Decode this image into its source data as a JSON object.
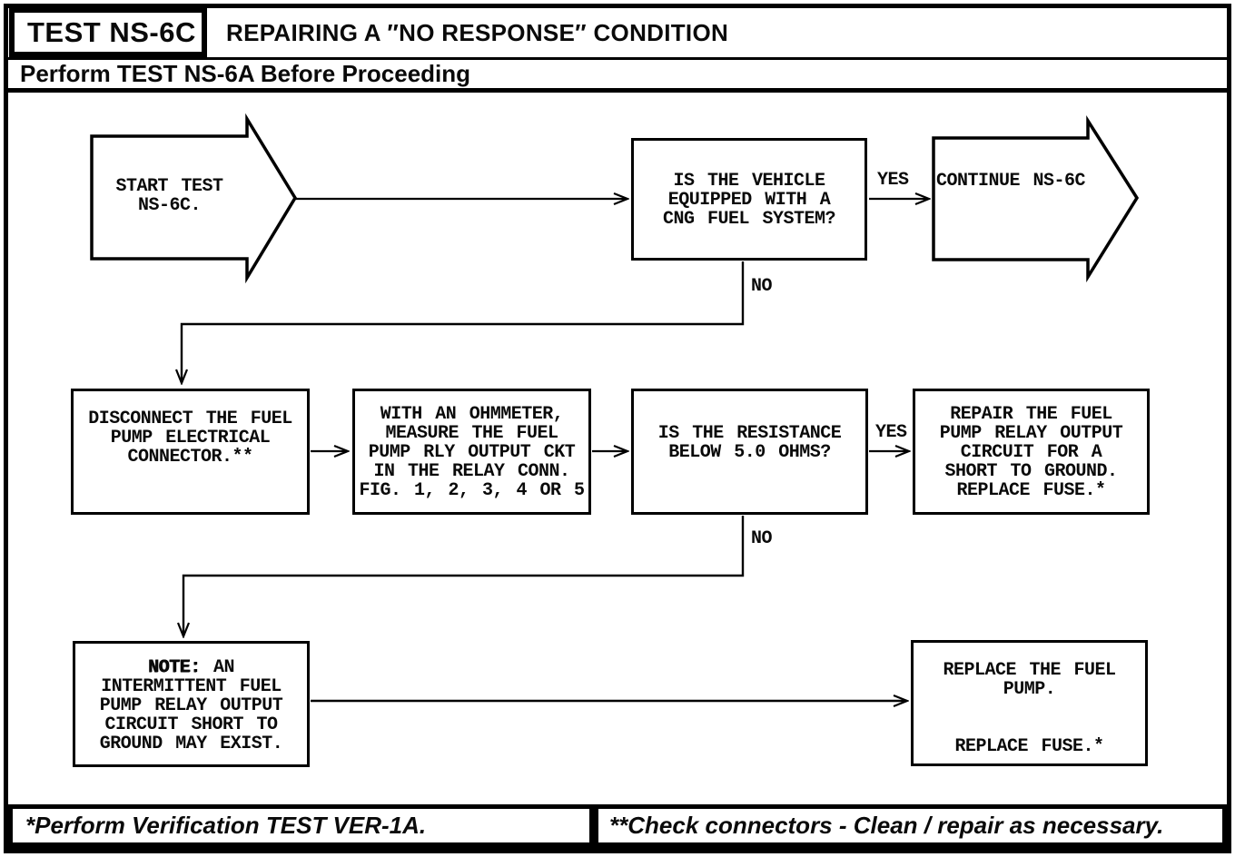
{
  "header": {
    "test_id": "TEST NS-6C",
    "title": "REPAIRING A ″NO RESPONSE″ CONDITION",
    "precondition": "Perform TEST NS-6A Before Proceeding"
  },
  "flowchart": {
    "start": "START TEST\nNS-6C.",
    "vehicle_question": "IS THE VEHICLE\nEQUIPPED WITH A\nCNG FUEL SYSTEM?",
    "continue_step": "CONTINUE NS-6C",
    "disconnect_step": "DISCONNECT THE FUEL\nPUMP ELECTRICAL\nCONNECTOR.**",
    "ohmmeter_step": "WITH AN OHMMETER,\nMEASURE THE FUEL\nPUMP RLY OUTPUT CKT\nIN THE RELAY CONN.\nFIG. 1, 2, 3, 4 OR 5",
    "resistance_question": "IS THE RESISTANCE\nBELOW 5.0 OHMS?",
    "repair_step": "REPAIR THE FUEL\nPUMP RELAY OUTPUT\nCIRCUIT FOR A\nSHORT TO GROUND.\nREPLACE FUSE.*",
    "note": {
      "label": "NOTE:",
      "line1_rest": " AN",
      "body": "INTERMITTENT FUEL\nPUMP RELAY OUTPUT\nCIRCUIT SHORT TO\nGROUND MAY EXIST."
    },
    "replace": {
      "part1": "REPLACE THE FUEL\nPUMP.",
      "part2": "REPLACE FUSE.*"
    },
    "labels": {
      "yes": "YES",
      "no": "NO"
    }
  },
  "footer": {
    "left": "*Perform Verification TEST VER-1A.",
    "right": "**Check connectors - Clean / repair as necessary."
  },
  "colors": {
    "ink": "#000000",
    "paper": "#ffffff"
  }
}
